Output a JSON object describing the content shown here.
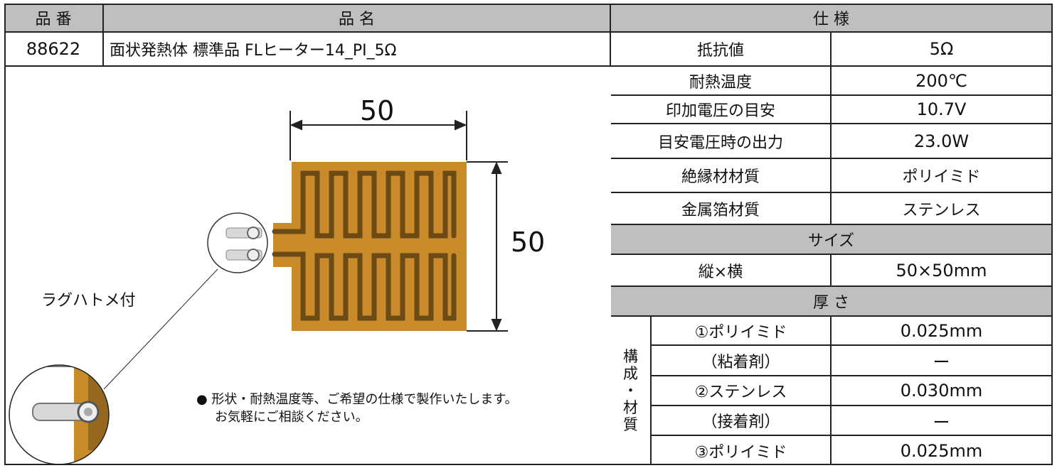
{
  "header": {
    "col_number": "品 番",
    "col_name": "品 名",
    "col_spec": "仕 様"
  },
  "product": {
    "number": "88622",
    "name": "面状発熱体 標準品 FLヒーター14_PI_5Ω"
  },
  "specs": [
    {
      "label": "抵抗値",
      "value": "5Ω"
    },
    {
      "label": "耐熱温度",
      "value": "200℃"
    },
    {
      "label": "印加電圧の目安",
      "value": "10.7V"
    },
    {
      "label": "目安電圧時の出力",
      "value": "23.0W"
    },
    {
      "label": "絶縁材材質",
      "value": "ポリイミド"
    },
    {
      "label": "金属箔材質",
      "value": "ステンレス"
    }
  ],
  "size": {
    "section": "サイズ",
    "label": "縦×横",
    "value": "50×50mm"
  },
  "thickness": {
    "section": "厚 さ",
    "group_label": "構成・材質",
    "group_chars": [
      "構",
      "成",
      "・",
      "材",
      "質"
    ],
    "layers": [
      {
        "label": "①ポリイミド",
        "value": "0.025mm"
      },
      {
        "label": "（粘着剤）",
        "value": "ー"
      },
      {
        "label": "②ステンレス",
        "value": "0.030mm"
      },
      {
        "label": "（接着剤）",
        "value": "ー"
      },
      {
        "label": "③ポリイミド",
        "value": "0.025mm"
      }
    ]
  },
  "figure": {
    "dim_width": "50",
    "dim_height": "50",
    "lug_label": "ラグハトメ付",
    "note_line1": "● 形状・耐熱温度等、ご希望の仕様で製作いたします。",
    "note_line2": "お気軽にご相談ください。"
  },
  "colors": {
    "header_bg": "#bfbfbf",
    "heater_film": "#c98a2a",
    "heater_trace": "#6b4a16"
  }
}
